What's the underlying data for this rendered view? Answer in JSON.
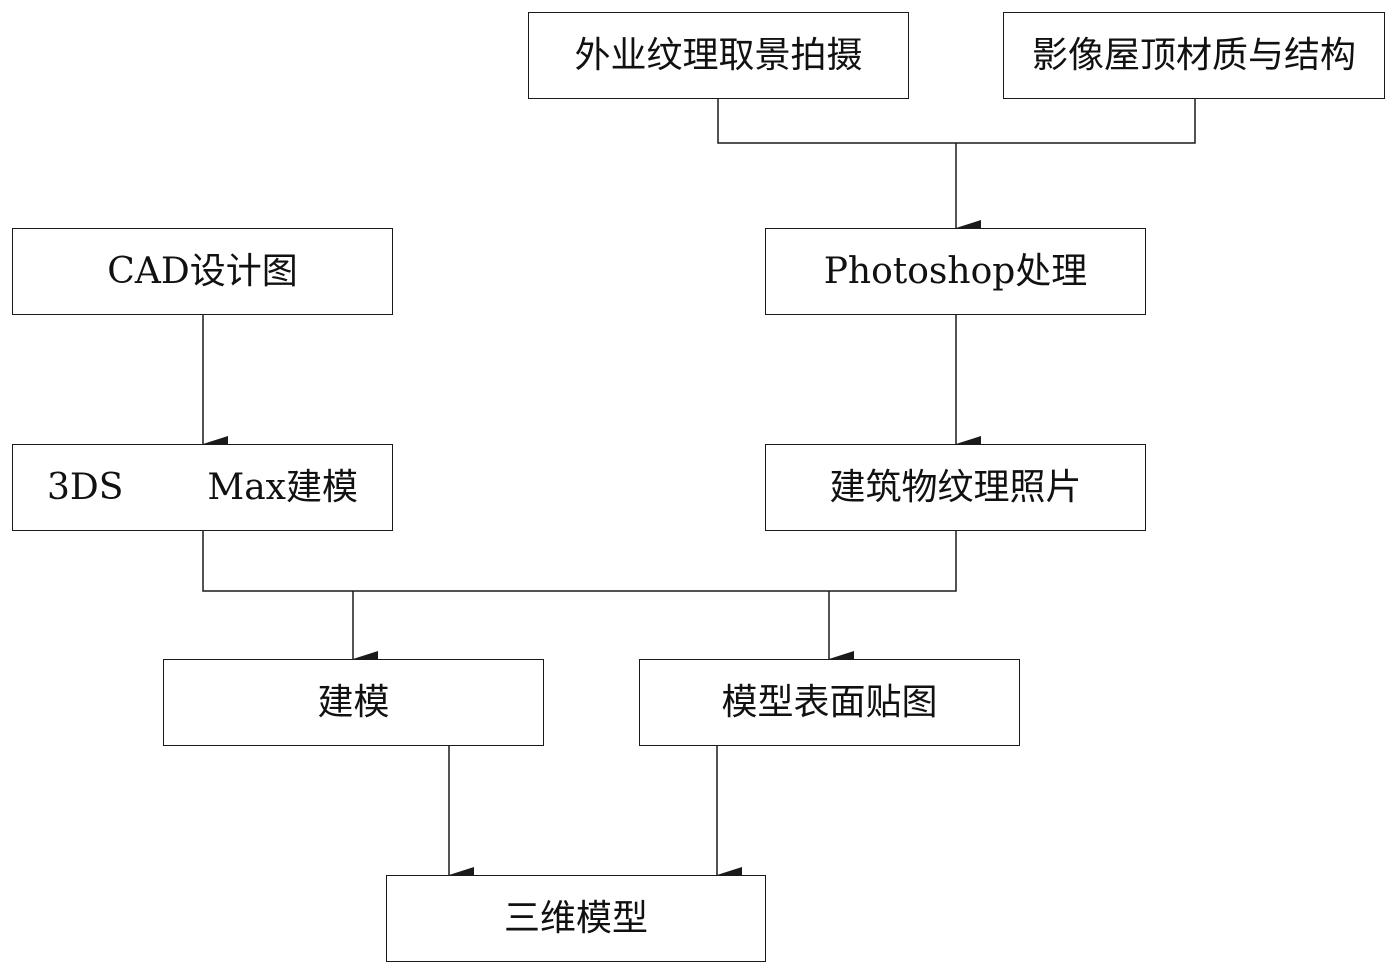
{
  "nodes": {
    "field_photo": "外业纹理取景拍摄",
    "roof_material": "影像屋顶材质与结构",
    "cad_design": "CAD设计图",
    "photoshop": "Photoshop处理",
    "max_modeling_part1": "3DS",
    "max_modeling_part2": "Max建模",
    "texture_photo": "建筑物纹理照片",
    "modeling": "建模",
    "texture_mapping": "模型表面贴图",
    "model_3d": "三维模型"
  },
  "edges": [
    {
      "from": "外业纹理取景拍摄",
      "to": "Photoshop处理"
    },
    {
      "from": "影像屋顶材质与结构",
      "to": "Photoshop处理"
    },
    {
      "from": "CAD设计图",
      "to": "3DS Max建模"
    },
    {
      "from": "Photoshop处理",
      "to": "建筑物纹理照片"
    },
    {
      "from": "3DS Max建模",
      "to": "建模"
    },
    {
      "from": "3DS Max建模",
      "to": "模型表面贴图"
    },
    {
      "from": "建筑物纹理照片",
      "to": "建模"
    },
    {
      "from": "建筑物纹理照片",
      "to": "模型表面贴图"
    },
    {
      "from": "建模",
      "to": "三维模型"
    },
    {
      "from": "模型表面贴图",
      "to": "三维模型"
    }
  ]
}
